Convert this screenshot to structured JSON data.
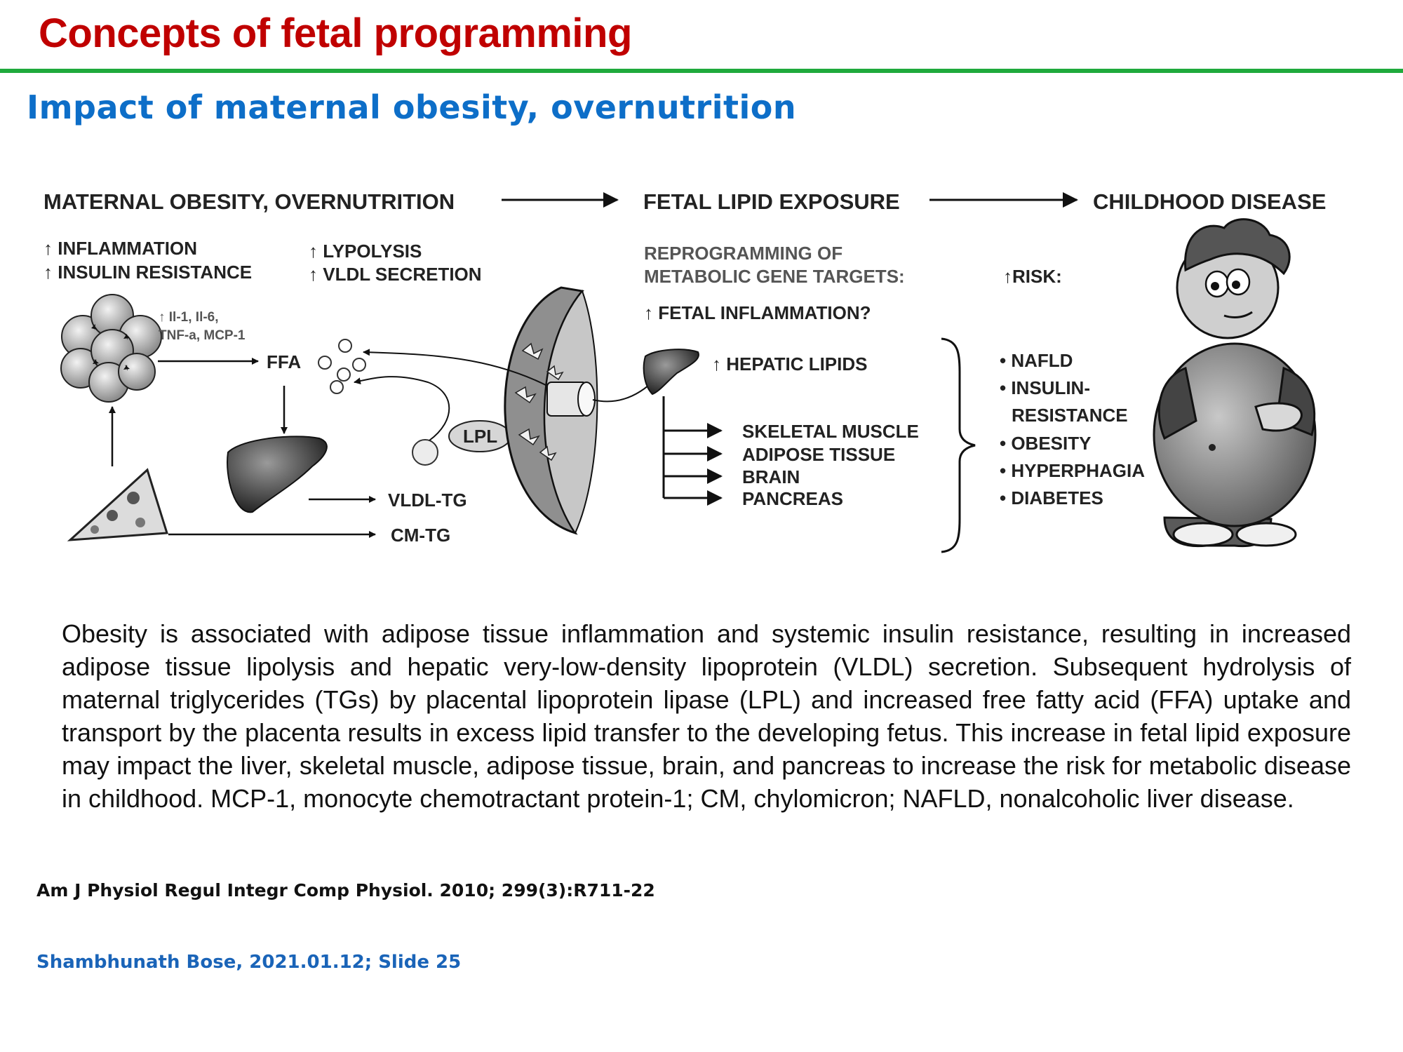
{
  "slide": {
    "title": "Concepts of fetal programming",
    "subtitle": "Impact of maternal obesity, overnutrition"
  },
  "figure": {
    "heading_maternal": "MATERNAL OBESITY, OVERNUTRITION",
    "heading_fetal": "FETAL LIPID EXPOSURE",
    "heading_childhood": "CHILDHOOD DISEASE",
    "inflammation": "↑ INFLAMMATION",
    "insulin_resistance": "↑ INSULIN RESISTANCE",
    "lypolysis": "↑ LYPOLYSIS",
    "vldl_secretion": "↑ VLDL SECRETION",
    "cytokines_line1": "↑ Il-1, Il-6,",
    "cytokines_line2": "TNF-a, MCP-1",
    "ffa": "FFA",
    "lpl": "LPL",
    "vldl_tg": "VLDL-TG",
    "cm_tg": "CM-TG",
    "reprogramming_line1": "REPROGRAMMING OF",
    "reprogramming_line2": "METABOLIC GENE TARGETS:",
    "fetal_inflammation": "↑ FETAL INFLAMMATION?",
    "hepatic_lipids": "↑ HEPATIC LIPIDS",
    "targets": [
      "SKELETAL MUSCLE",
      "ADIPOSE TISSUE",
      "BRAIN",
      "PANCREAS"
    ],
    "risk_label": "↑RISK:",
    "risks": [
      "• NAFLD",
      "• INSULIN-",
      "RESISTANCE",
      "• OBESITY",
      "• HYPERPHAGIA",
      "• DIABETES"
    ]
  },
  "caption": "Obesity is associated with adipose tissue inflammation and systemic insulin resistance, resulting in increased adipose tissue lipolysis and hepatic very-low-density lipoprotein (VLDL) secretion. Subsequent hydrolysis of maternal triglycerides (TGs) by placental lipoprotein lipase (LPL) and increased free fatty acid (FFA) uptake and transport by the placenta results in excess lipid transfer to the developing fetus. This increase in fetal lipid exposure may impact the liver, skeletal muscle, adipose tissue, brain, and pancreas to increase the risk for metabolic disease in childhood. MCP-1, monocyte chemotractant protein-1; CM, chylomicron; NAFLD, nonalcoholic liver disease.",
  "citation": "Am J Physiol Regul Integr Comp Physiol. 2010; 299(3):R711-22",
  "footer": "Shambhunath Bose, 2021.01.12; Slide 25",
  "colors": {
    "title_red": "#c00000",
    "rule_green": "#1faa3c",
    "subtitle_blue": "#0d6ec8",
    "footer_blue": "#1a64b8"
  }
}
